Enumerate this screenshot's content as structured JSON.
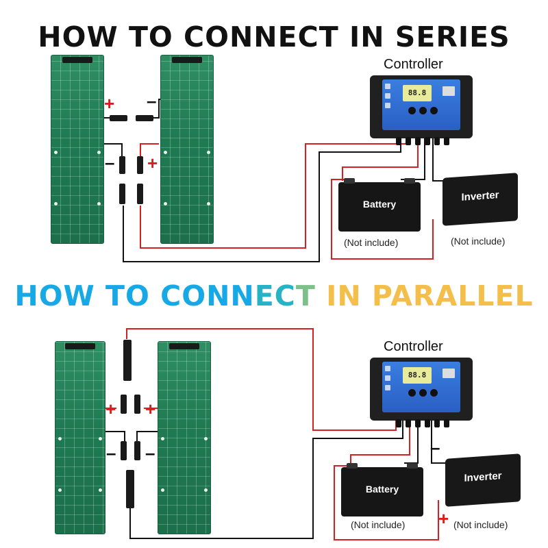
{
  "series": {
    "title": "HOW TO CONNECT IN SERIES",
    "controller_label": "Controller",
    "controller_display": "88.8",
    "battery_label": "Battery",
    "inverter_label": "Inverter",
    "battery_note": "(Not include)",
    "inverter_note": "(Not include)",
    "signs": [
      "+",
      "–",
      "–",
      "+"
    ]
  },
  "parallel": {
    "title_parts": [
      "HOW TO CONN",
      "EC",
      "T ",
      "IN PARALLEL"
    ],
    "controller_label": "Controller",
    "controller_display": "88.8",
    "battery_label": "Battery",
    "inverter_label": "Inverter",
    "battery_note": "(Not include)",
    "inverter_note": "(Not include)",
    "signs": [
      "+",
      "+",
      "–",
      "–",
      "–",
      "+"
    ]
  },
  "colors": {
    "positive_wire": "#d62020",
    "negative_wire": "#111111",
    "panel_green": "#1f7a52",
    "controller_blue": "#2a5fc4",
    "parallel_title_gradient": [
      "#17a9e6",
      "#27b3c6",
      "#7cc08a",
      "#f3bf4a"
    ]
  }
}
